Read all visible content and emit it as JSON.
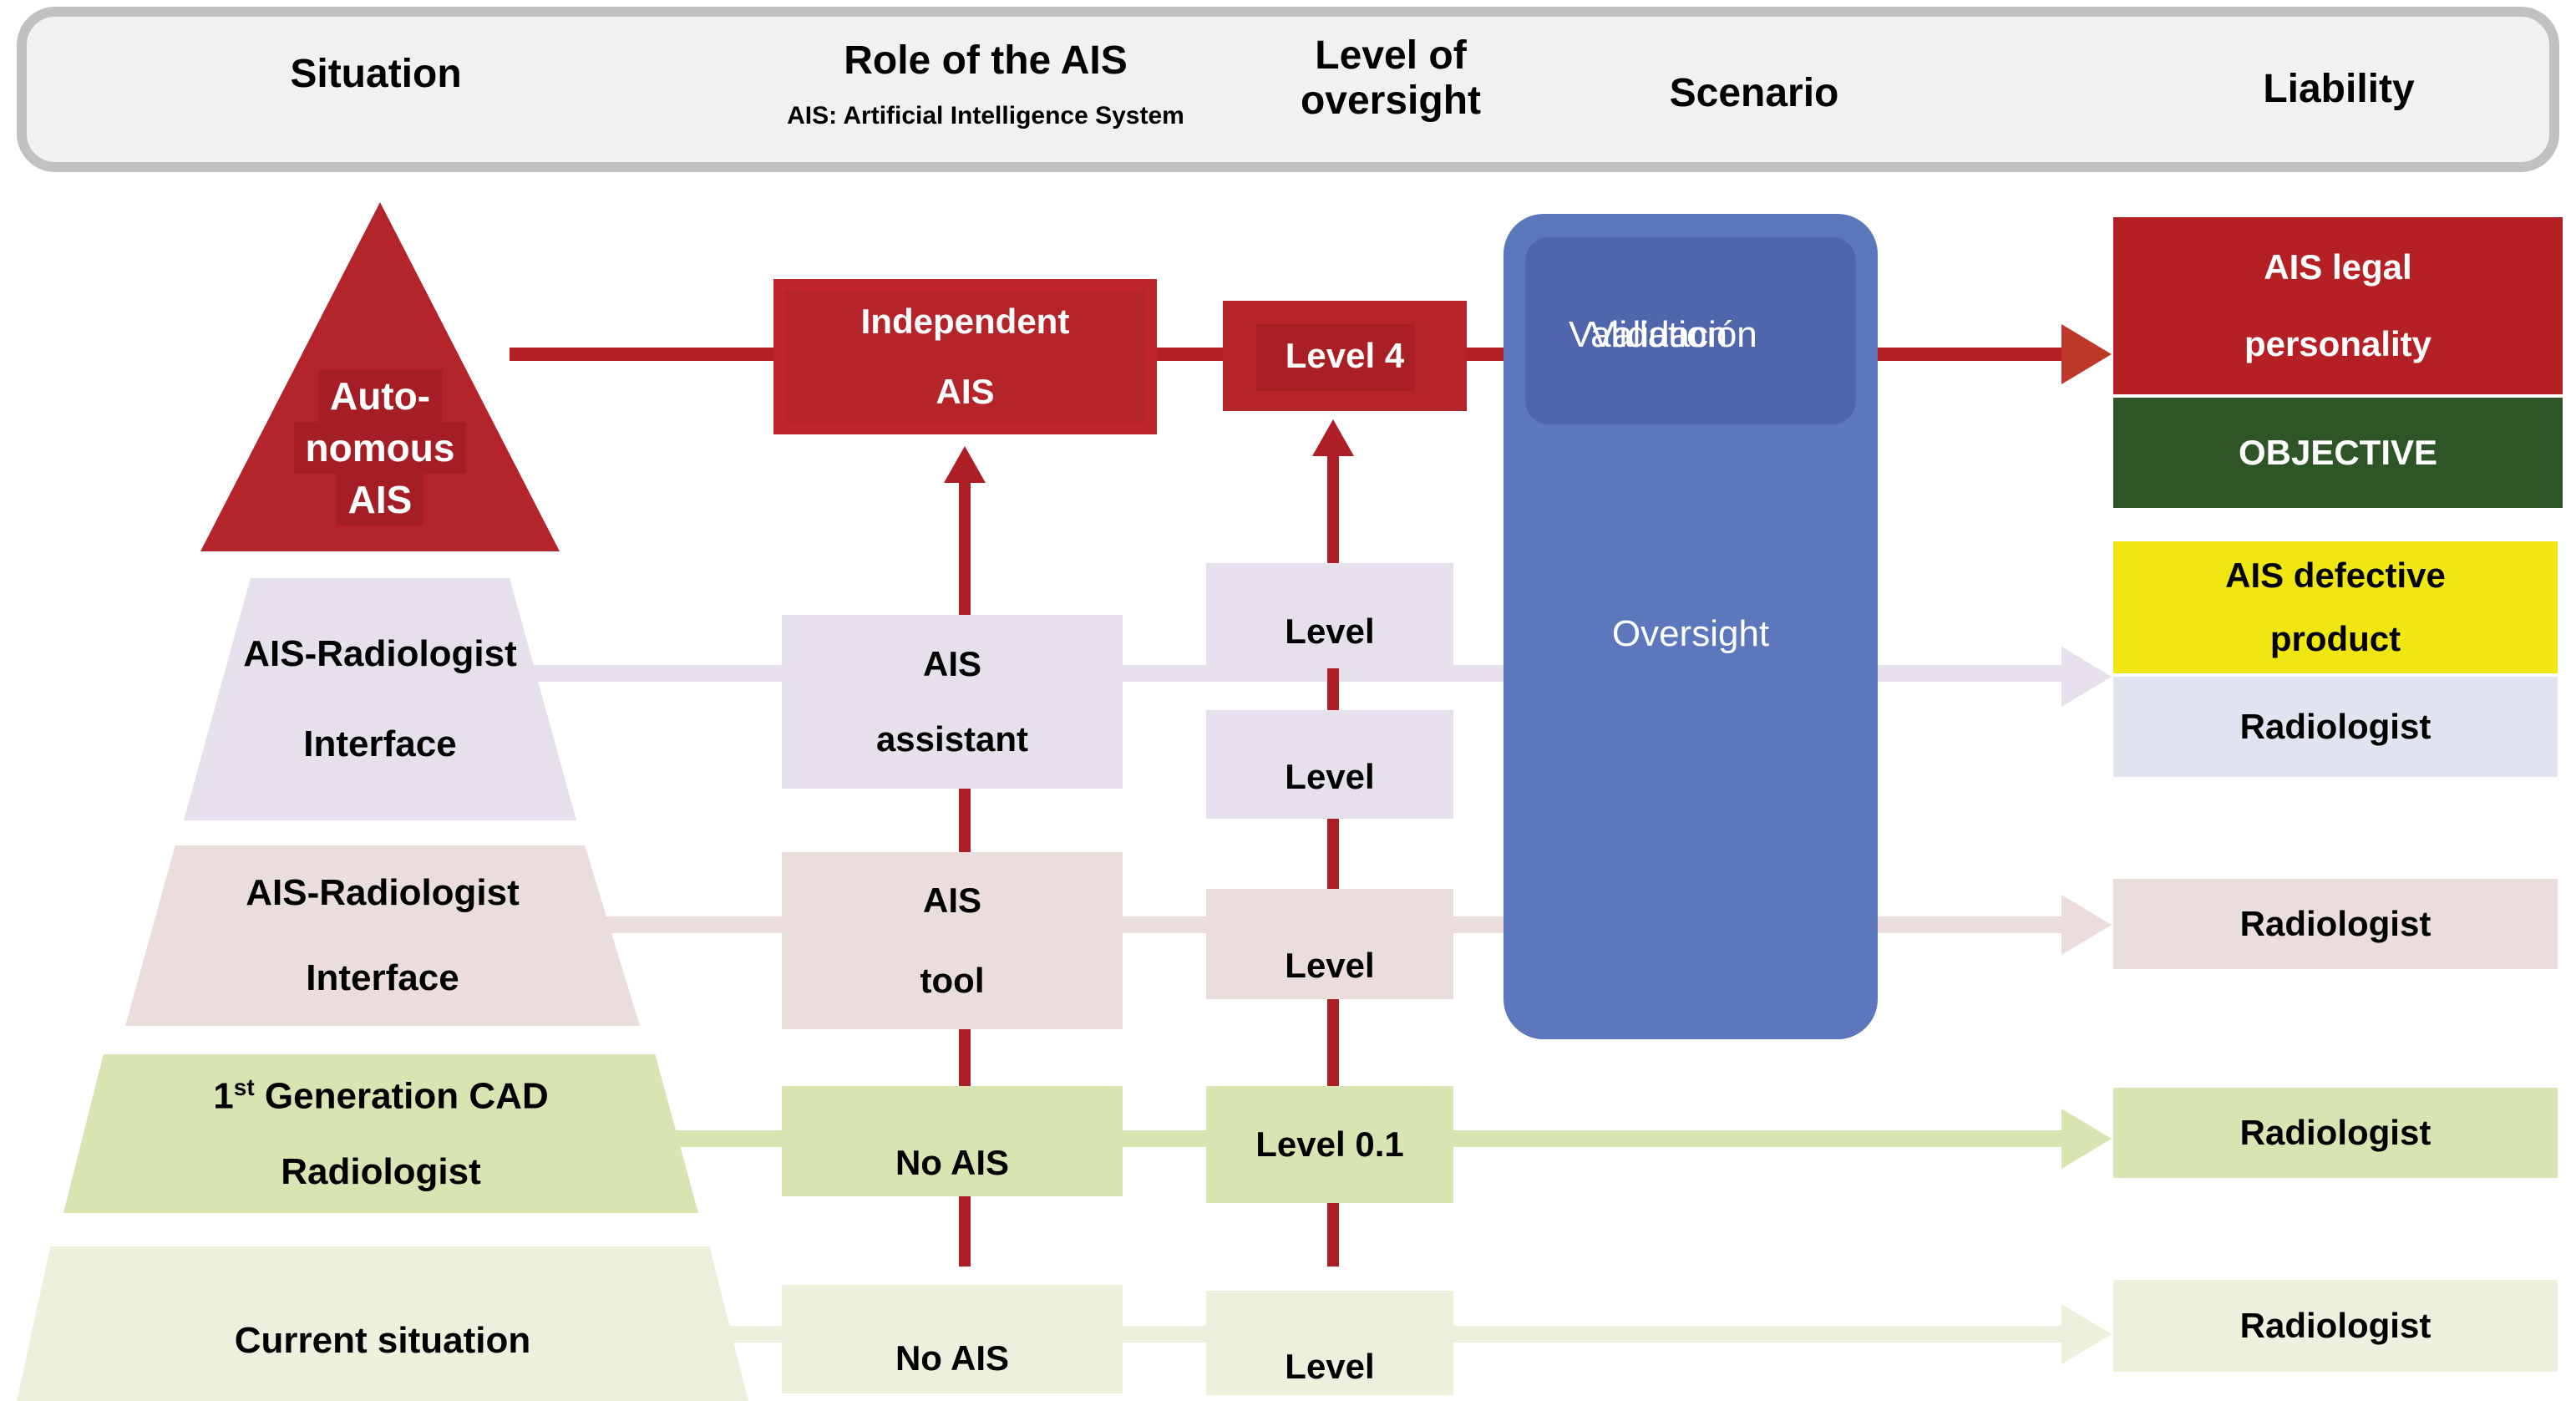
{
  "header": {
    "situation": "Situation",
    "role": "Role of the AIS",
    "role_subtitle": "AIS: Artificial Intelligence System",
    "oversight": "Level of oversight",
    "scenario": "Scenario",
    "liability": "Liability"
  },
  "pyramid": {
    "autonomous": {
      "l1": "Auto-",
      "l2": "nomous",
      "l3": "AIS"
    },
    "interface_assistant": {
      "l1": "AIS-Radiologist",
      "l2": "Interface"
    },
    "interface_tool": {
      "l1": "AIS-Radiologist",
      "l2": "Interface"
    },
    "cad": {
      "num": "1",
      "sup": "st",
      "rest": " Generation CAD",
      "l2": "Radiologist"
    },
    "current": {
      "l1": "Current situation"
    }
  },
  "role_column": {
    "independent": {
      "l1": "Independent",
      "l2": "AIS"
    },
    "assistant": {
      "l1": "AIS",
      "l2": "assistant"
    },
    "tool": {
      "l1": "AIS",
      "l2": "tool"
    },
    "no_ais_cad": "No AIS",
    "no_ais_current": "No AIS"
  },
  "oversight_column": {
    "level4": "Level 4",
    "level3": "Level",
    "level2": "Level",
    "level1": "Level",
    "level01": "Level 0.1",
    "level0": "Level"
  },
  "scenario_box": {
    "validation_en": "Validation",
    "validation_es": "Validación",
    "oversight": "Oversight"
  },
  "liability_column": {
    "legal": {
      "l1": "AIS legal",
      "l2": "personality"
    },
    "objective": "OBJECTIVE",
    "defective": {
      "l1": "AIS defective",
      "l2": "product"
    },
    "radiologist_defective": "Radiologist",
    "radiologist_tool": "Radiologist",
    "radiologist_cad": "Radiologist",
    "radiologist_current": "Radiologist"
  },
  "colors": {
    "red": "#b42429",
    "red_dark": "#a61e25",
    "red_line": "#ad1f24",
    "lavender": "#e5e0eb",
    "rose": "#eadddb",
    "green": "#d8e4b2",
    "pale_green": "#eef0dd",
    "blue": "#5c77bb",
    "blue_dark": "#5066ac",
    "yellow": "#efe612",
    "objective_green": "#2d5526",
    "radiologist_blue": "#e0e3f0",
    "header_fill": "#f1f1f1",
    "header_border": "#c1c1c1"
  }
}
